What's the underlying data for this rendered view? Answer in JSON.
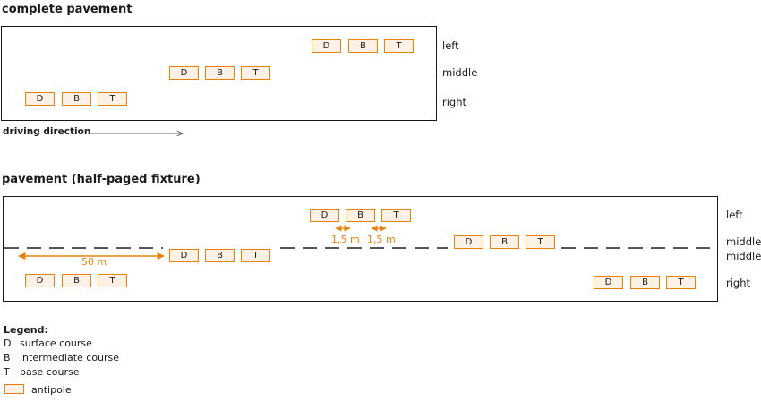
{
  "diagram1": {
    "title": "complete pavement",
    "lanes": [
      "left",
      "middle",
      "right"
    ],
    "driving_direction": "driving direction"
  },
  "diagram2": {
    "title": "pavement (half-paged fixture)",
    "lanes": [
      "left",
      "middle",
      "middle",
      "right"
    ],
    "dim_50": "50 m",
    "dim_15a": "1,5 m",
    "dim_15b": "1,5 m"
  },
  "blocks": [
    "D",
    "B",
    "T"
  ],
  "legend": {
    "title": "Legend:",
    "items": [
      {
        "key": "D",
        "text": "surface course"
      },
      {
        "key": "B",
        "text": "intermediate course"
      },
      {
        "key": "T",
        "text": "base course"
      }
    ],
    "antipole": "antipole"
  },
  "colors": {
    "accent": "#e8820c",
    "fill": "#fdf0e4",
    "line": "#1a1a1a",
    "arrow": "#666666"
  }
}
